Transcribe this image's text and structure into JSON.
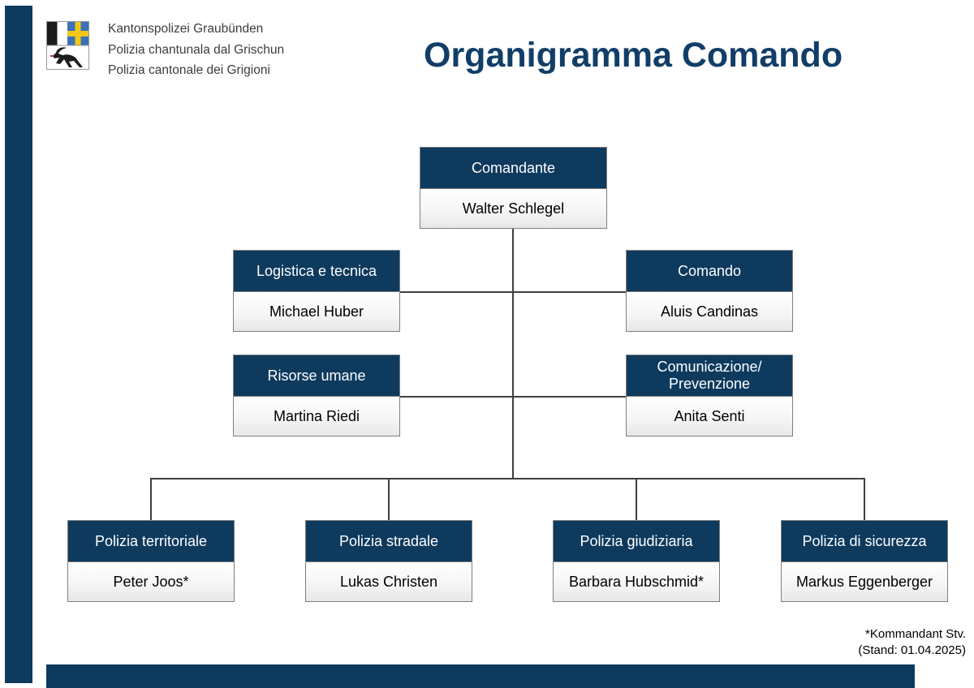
{
  "page": {
    "title": "Organigramma Comando",
    "logo_lines": [
      "Kantonspolizei Graubünden",
      "Polizia chantunala dal Grischun",
      "Polizia cantonale dei Grigioni"
    ],
    "footnote_line1": "*Kommandant Stv.",
    "footnote_line2": "(Stand: 01.04.2025)"
  },
  "org": {
    "root": {
      "role": "Comandante",
      "name": "Walter Schlegel"
    },
    "staff": [
      {
        "role": "Logistica e tecnica",
        "role2": "",
        "name": "Michael Huber"
      },
      {
        "role": "Comando",
        "role2": "",
        "name": "Aluis Candinas"
      },
      {
        "role": "Risorse umane",
        "role2": "",
        "name": "Martina Riedi"
      },
      {
        "role": "Comunicazione/",
        "role2": "Prevenzione",
        "name": "Anita Senti"
      }
    ],
    "divisions": [
      {
        "role": "Polizia territoriale",
        "name": "Peter Joos*"
      },
      {
        "role": "Polizia stradale",
        "name": "Lukas Christen"
      },
      {
        "role": "Polizia giudiziaria",
        "name": "Barbara Hubschmid*"
      },
      {
        "role": "Polizia di sicurezza",
        "name": "Markus Eggenberger"
      }
    ]
  },
  "colors": {
    "navy": "#0e3a5e",
    "title": "#113e68",
    "line": "#3f3f3f",
    "border": "#7f7f7f"
  }
}
